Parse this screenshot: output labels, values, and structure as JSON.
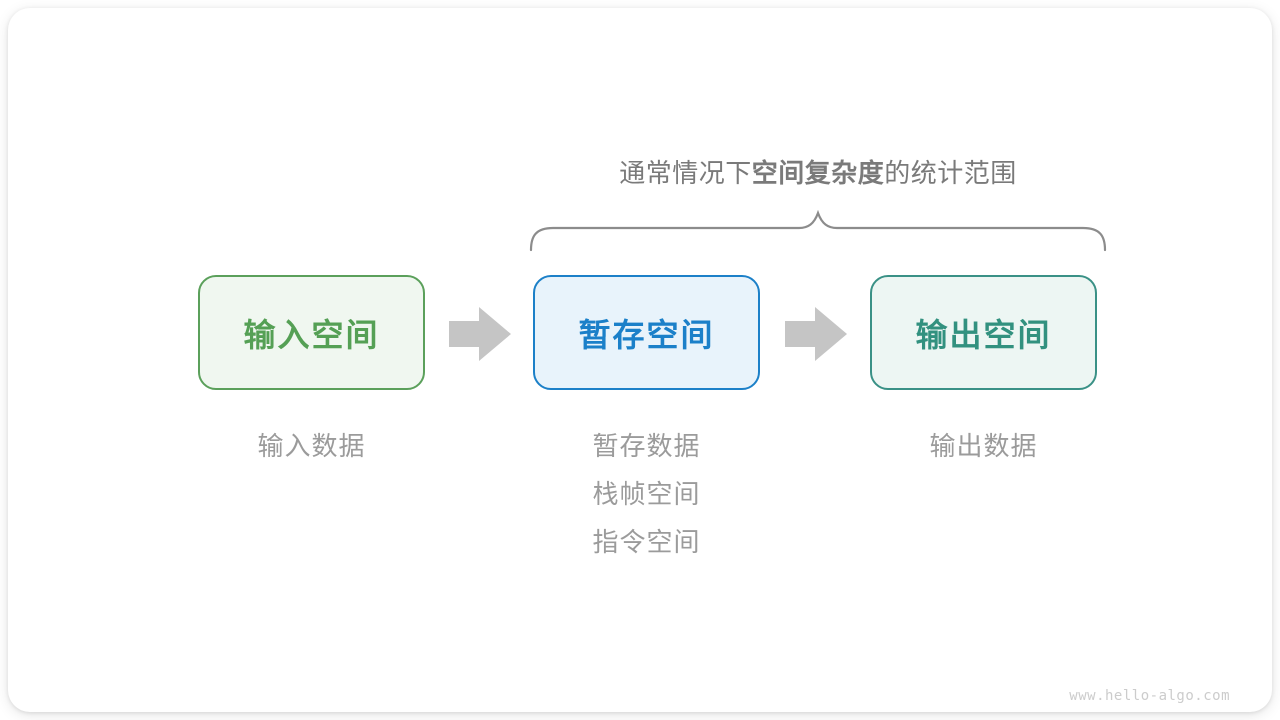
{
  "title": {
    "prefix": "通常情况下",
    "bold": "空间复杂度",
    "suffix": "的统计范围",
    "color": "#7a7a7a"
  },
  "boxes": [
    {
      "label": "输入空间",
      "border_color": "#5ba05b",
      "fill_color": "#f0f7f0",
      "text_color": "#55a055"
    },
    {
      "label": "暂存空间",
      "border_color": "#1c80c8",
      "fill_color": "#e8f3fb",
      "text_color": "#1b80c9"
    },
    {
      "label": "输出空间",
      "border_color": "#3a9186",
      "fill_color": "#edf6f3",
      "text_color": "#32917f"
    }
  ],
  "notes": [
    {
      "lines": [
        "输入数据"
      ]
    },
    {
      "lines": [
        "暂存数据",
        "栈帧空间",
        "指令空间"
      ]
    },
    {
      "lines": [
        "输出数据"
      ]
    }
  ],
  "note_color": "#9b9b9b",
  "arrow_color": "#c5c5c5",
  "brace_color": "#8c8c8c",
  "footer": {
    "url": "www.hello-algo.com",
    "color": "#cccccc"
  }
}
